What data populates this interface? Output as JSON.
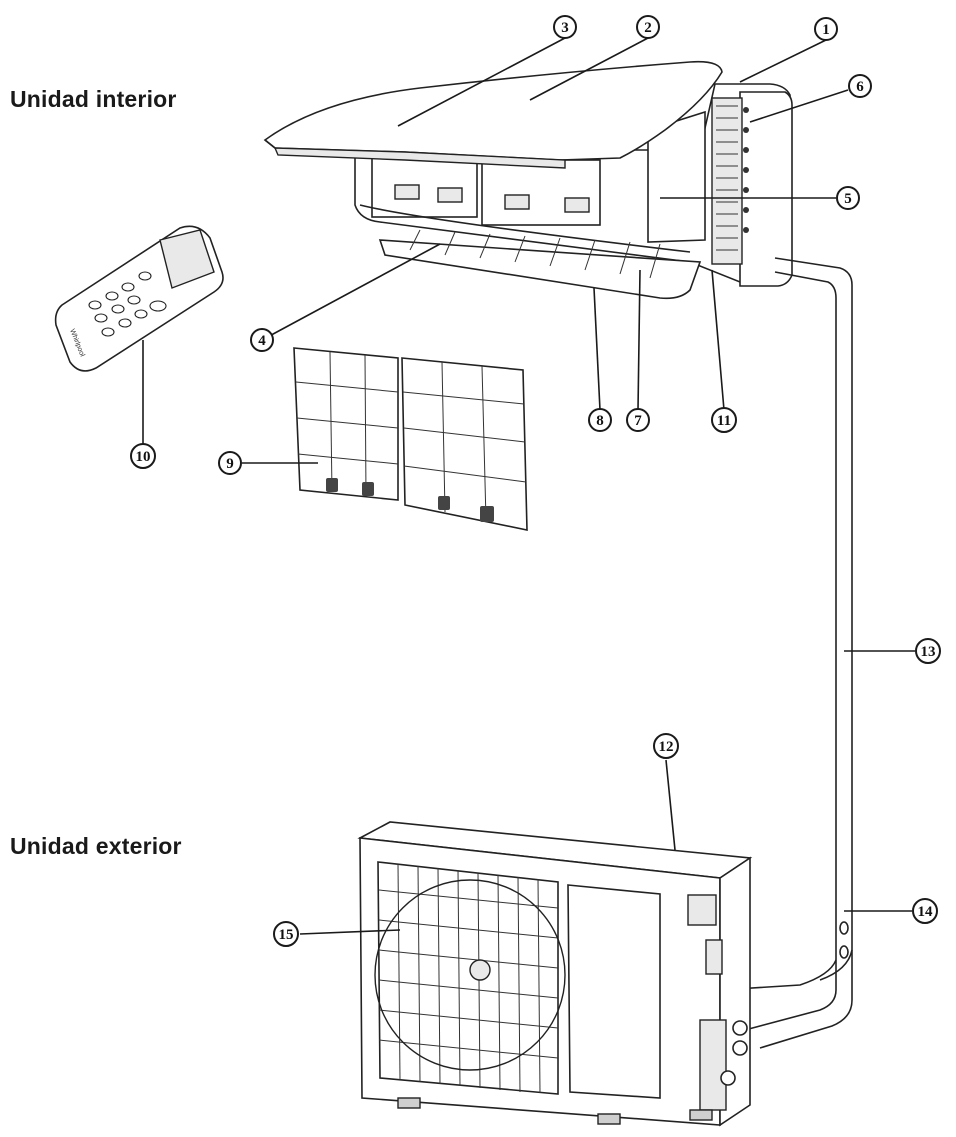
{
  "headings": {
    "indoor": "Unidad interior",
    "outdoor": "Unidad exterior"
  },
  "callouts": [
    {
      "id": "c1",
      "label": "1"
    },
    {
      "id": "c2",
      "label": "2"
    },
    {
      "id": "c3",
      "label": "3"
    },
    {
      "id": "c4",
      "label": "4"
    },
    {
      "id": "c5",
      "label": "5"
    },
    {
      "id": "c6",
      "label": "6"
    },
    {
      "id": "c7",
      "label": "7"
    },
    {
      "id": "c8",
      "label": "8"
    },
    {
      "id": "c9",
      "label": "9"
    },
    {
      "id": "c10",
      "label": "10"
    },
    {
      "id": "c11",
      "label": "11"
    },
    {
      "id": "c12",
      "label": "12"
    },
    {
      "id": "c13",
      "label": "13"
    },
    {
      "id": "c14",
      "label": "14"
    },
    {
      "id": "c15",
      "label": "15"
    }
  ],
  "remote_brand": "Whirlpool"
}
